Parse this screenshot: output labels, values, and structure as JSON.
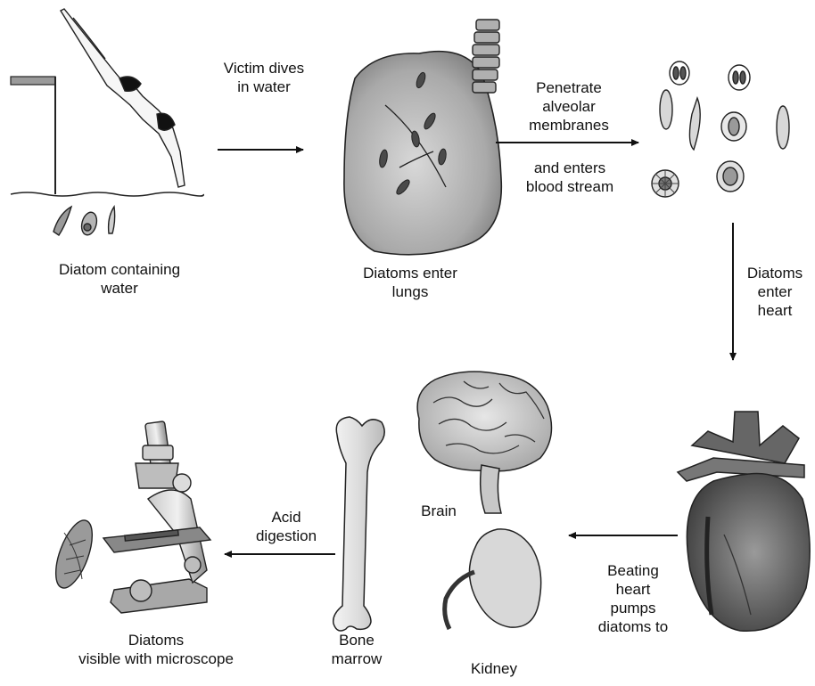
{
  "labels": {
    "diatom_water": "Diatom containing\nwater",
    "victim_dives": "Victim dives\nin water",
    "diatoms_lungs": "Diatoms enter\nlungs",
    "penetrate": "Penetrate\nalveolar\nmembranes",
    "enters_blood": "and enters\nblood stream",
    "enter_heart": "Diatoms\nenter\nheart",
    "beating_heart": "Beating\nheart\npumps\ndiatoms to",
    "brain": "Brain",
    "kidney": "Kidney",
    "bone_marrow": "Bone\nmarrow",
    "acid_digestion": "Acid\ndigestion",
    "diatoms_microscope": "Diatoms\nvisible with microscope"
  },
  "icons": [
    "diver-icon",
    "diving-board-icon",
    "lung-icon",
    "diatom-cells-icon",
    "heart-icon",
    "brain-icon",
    "kidney-icon",
    "bone-icon",
    "microscope-icon",
    "diatom-slide-icon"
  ]
}
